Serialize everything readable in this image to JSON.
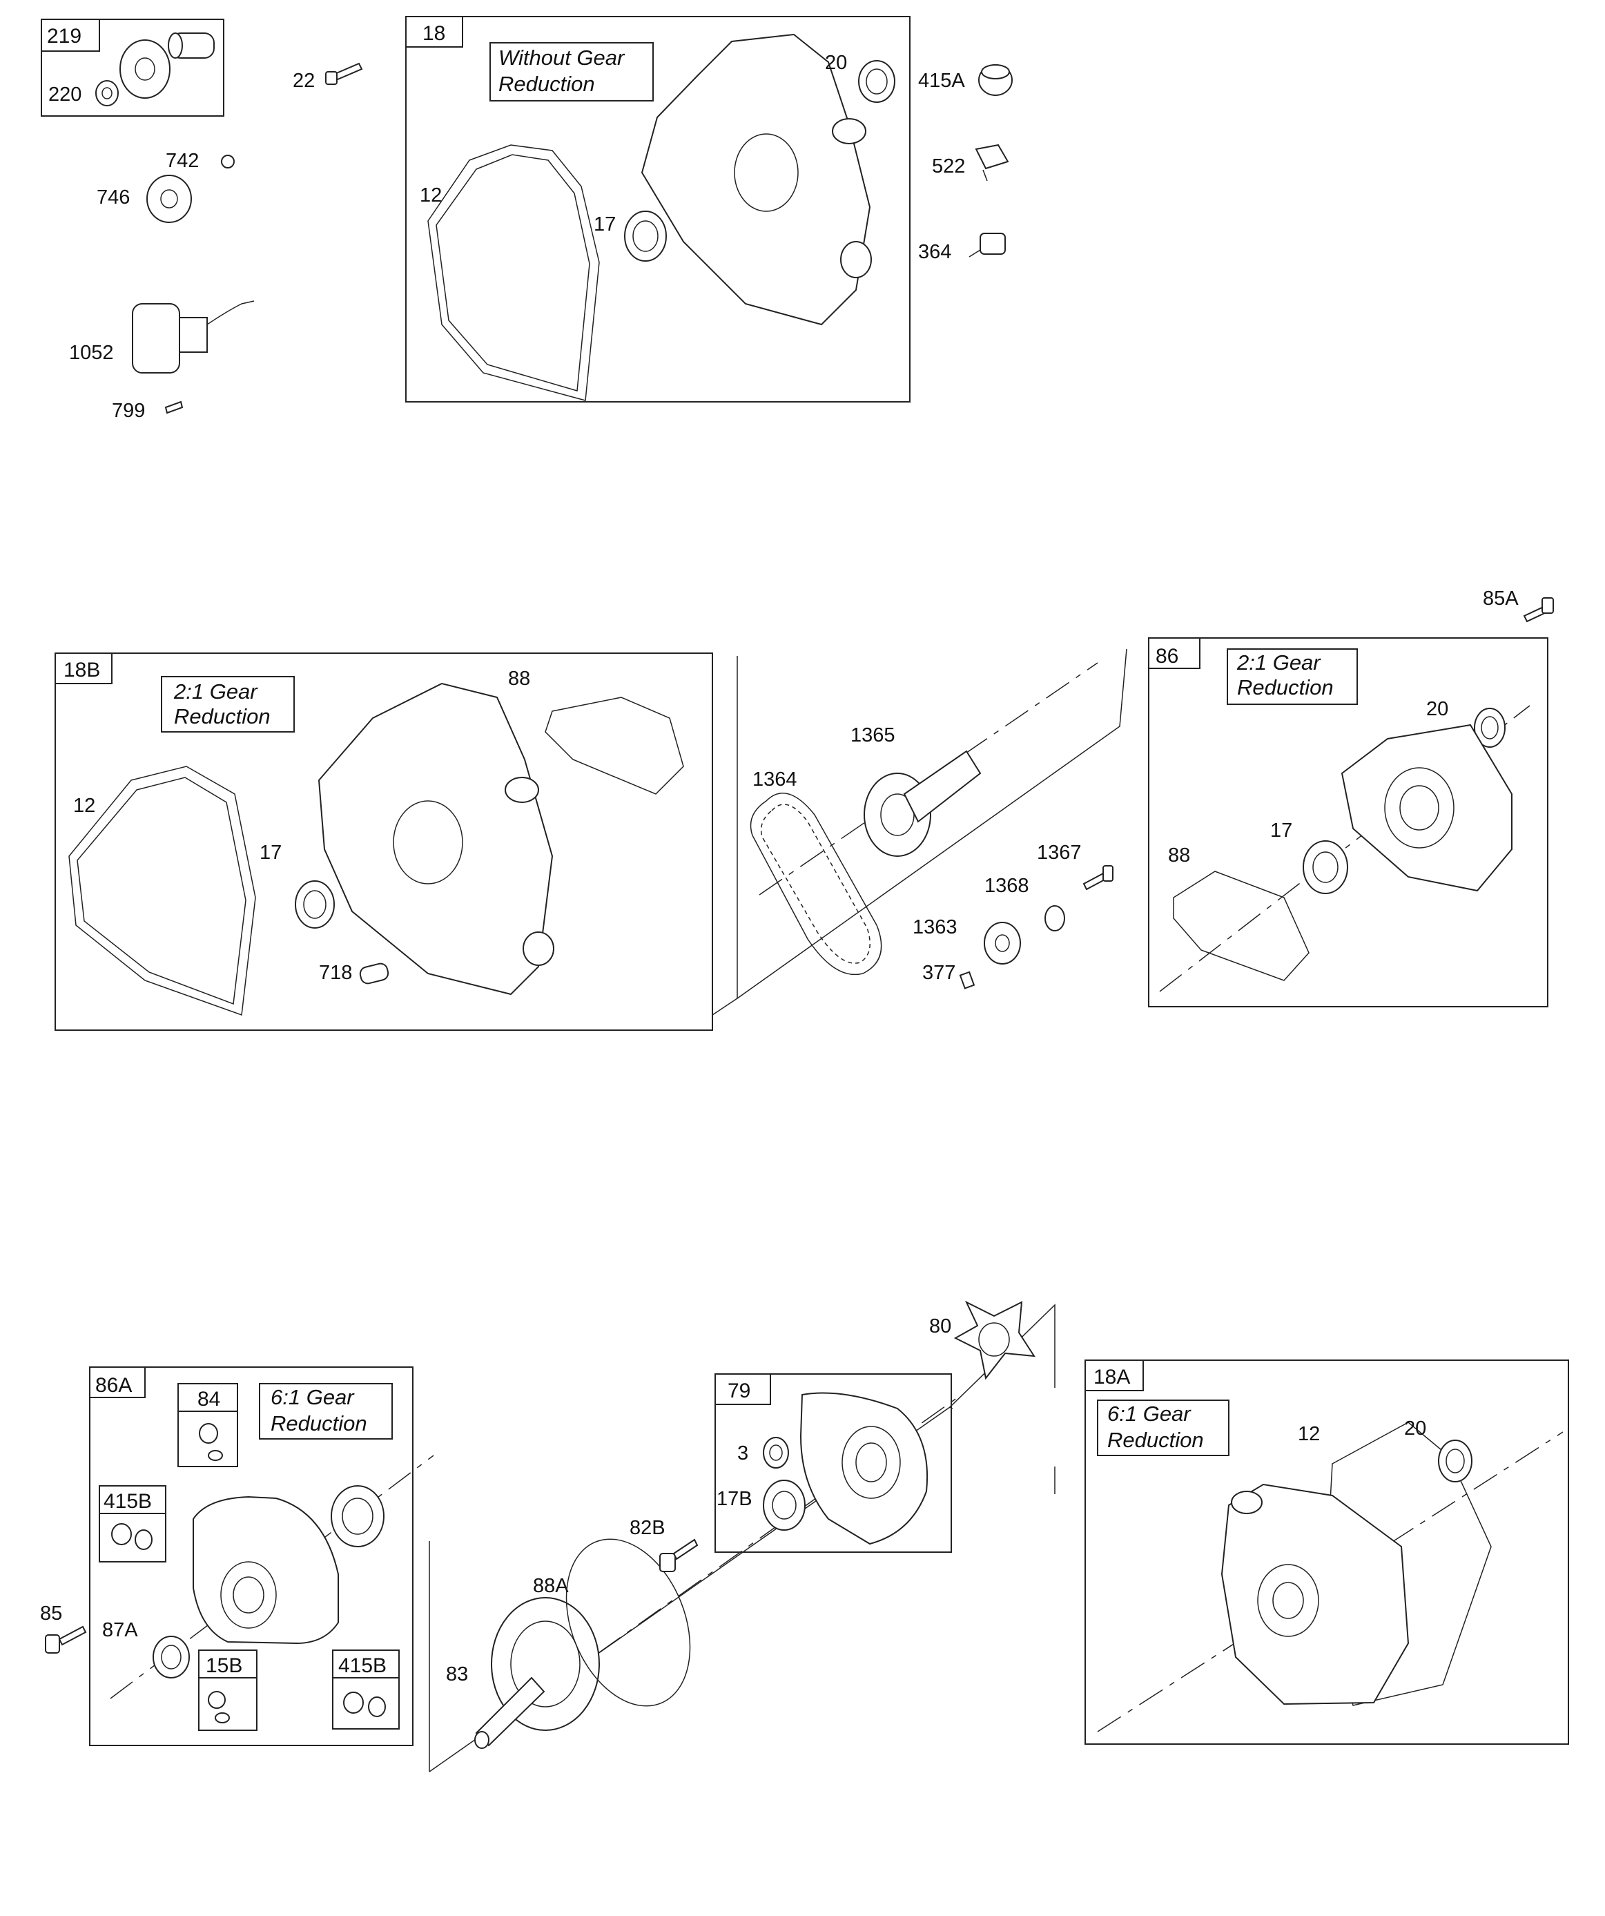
{
  "callouts": {
    "c219": "219",
    "c220": "220",
    "c22": "22",
    "c742": "742",
    "c746": "746",
    "c1052": "1052",
    "c799": "799",
    "c18": "18",
    "c12a": "12",
    "c17a": "17",
    "c20a": "20",
    "c415A": "415A",
    "c522": "522",
    "c364": "364",
    "c18B": "18B",
    "c12b": "12",
    "c17b": "17",
    "c88a": "88",
    "c718": "718",
    "c1364": "1364",
    "c1365": "1365",
    "c1363": "1363",
    "c1368": "1368",
    "c1367": "1367",
    "c377": "377",
    "c85A": "85A",
    "c86": "86",
    "c20b": "20",
    "c17c": "17",
    "c88b": "88",
    "c86A": "86A",
    "c84": "84",
    "c415B1": "415B",
    "c85": "85",
    "c87A": "87A",
    "c15B": "15B",
    "c415B2": "415B",
    "c80": "80",
    "c79": "79",
    "c3": "3",
    "c17B": "17B",
    "c82B": "82B",
    "c88A": "88A",
    "c83": "83",
    "c18A": "18A",
    "c12c": "12",
    "c20c": "20"
  },
  "notes": {
    "without_gear_1": "Without  Gear",
    "without_gear_2": "Reduction",
    "gear21_1": "2:1   Gear",
    "gear21_2": "Reduction",
    "gear61_1": "6:1   Gear",
    "gear61_2": "Reduction"
  }
}
